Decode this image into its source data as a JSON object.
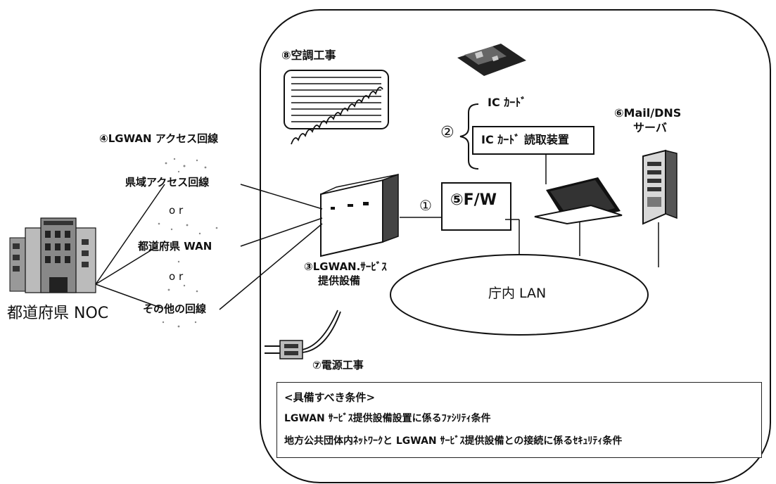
{
  "labels": {
    "aircon": "⑧空調工事",
    "ic_card": "IC ｶｰﾄﾞ",
    "circled_two": "②",
    "ic_reader": "IC ｶｰﾄﾞ 読取装置",
    "mail_dns_line1": "⑥Mail/DNS",
    "mail_dns_line2": "サーバ",
    "lgwan_access": "④LGWAN アクセス回線",
    "pref_access": "県域アクセス回線",
    "or1": "o r",
    "pref_wan": "都道府県 WAN",
    "or2": "o r",
    "other_line": "その他の回線",
    "noc": "都道府県 NOC",
    "circled_one": "①",
    "firewall": "⑤F/W",
    "service_line1": "③LGWAN.ｻｰﾋﾞｽ",
    "service_line2": "提供設備",
    "lan": "庁内 LAN",
    "power": "⑦電源工事"
  },
  "requirements": {
    "title": "<具備すべき条件>",
    "item1": "LGWAN ｻｰﾋﾞｽ提供設備設置に係るﾌｧｼﾘﾃｨ条件",
    "item2": "地方公共団体内ﾈｯﾄﾜｰｸと LGWAN ｻｰﾋﾞｽ提供設備との接続に係るｾｷｭﾘﾃｨ条件"
  },
  "icons": [
    "building-icon",
    "aircon-icon",
    "ic-card-icon",
    "server-icon",
    "laptop-icon",
    "firewall-icon",
    "plug-icon"
  ]
}
